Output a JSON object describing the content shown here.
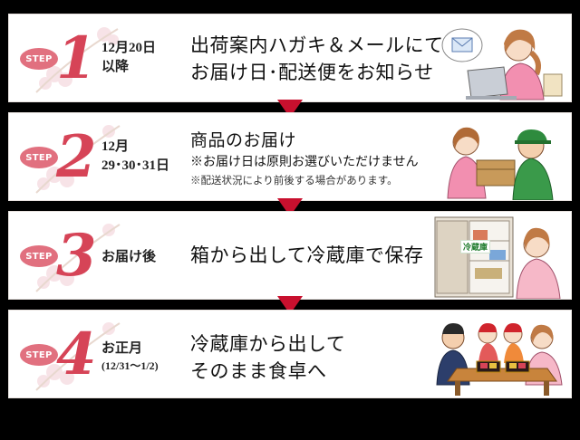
{
  "steps": [
    {
      "badge": "STEP",
      "number": "1",
      "date_line1": "12月20日",
      "date_line2": "以降",
      "text_line1": "出荷案内ハガキ＆メールにて",
      "text_line2": "お届け日･配送便をお知らせ"
    },
    {
      "badge": "STEP",
      "number": "2",
      "date_line1": "12月",
      "date_line2": "29･30･31日",
      "text_line1": "商品のお届け",
      "note1": "※お届け日は原則お選びいただけません",
      "note2": "※配送状況により前後する場合があります。"
    },
    {
      "badge": "STEP",
      "number": "3",
      "date_line1": "お届け後",
      "text_line1": "箱から出して冷蔵庫で保存",
      "fridge_label": "冷蔵庫"
    },
    {
      "badge": "STEP",
      "number": "4",
      "date_line1": "お正月",
      "date_line2": "(12/31～1/2)",
      "text_line1": "冷蔵庫から出して",
      "text_line2": "そのまま食卓へ"
    }
  ],
  "colors": {
    "accent": "#d64457",
    "badge": "#e1707f",
    "arrow": "#c8102e",
    "background": "#000000"
  },
  "icons": [
    "laptop-email-illustration",
    "delivery-illustration",
    "refrigerator-illustration",
    "family-meal-illustration"
  ]
}
